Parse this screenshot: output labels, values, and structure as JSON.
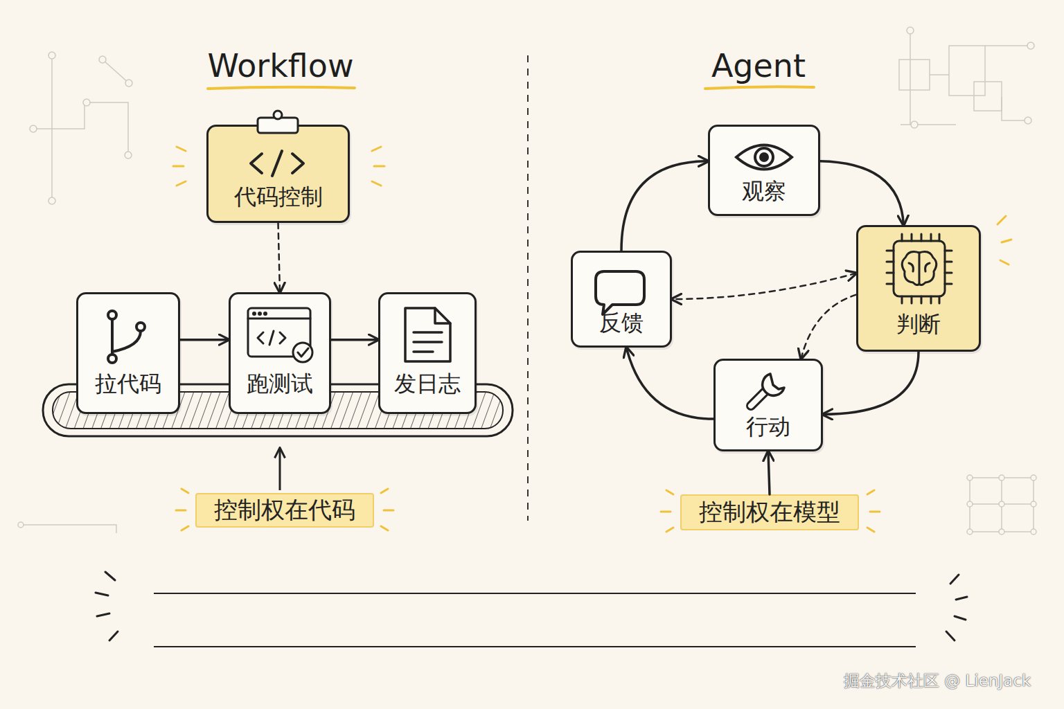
{
  "diagram": {
    "nodes": [
      {
        "text": [
          "代码控制"
        ]
      },
      {
        "text": [
          "拉代码"
        ]
      },
      {
        "text": [
          "跑测试"
        ]
      },
      {
        "text": [
          "发日志"
        ]
      },
      {
        "text": [
          "控制权在代码"
        ]
      },
      {
        "text": [
          "观察"
        ]
      },
      {
        "text": [
          "判断"
        ]
      },
      {
        "text": [
          "反馈"
        ]
      },
      {
        "text": [
          "行动"
        ]
      },
      {
        "text": [
          "控制权在模型"
        ]
      }
    ],
    "edges": [
      {
        "from": 0,
        "to": 2,
        "arrow": "to"
      },
      {
        "from": 1,
        "to": 2,
        "arrow": "to"
      },
      {
        "from": 2,
        "to": 3,
        "arrow": "to"
      },
      {
        "from": 5,
        "to": 6,
        "arrow": "to"
      },
      {
        "from": 6,
        "to": 8,
        "arrow": "to"
      },
      {
        "from": 8,
        "to": 7,
        "arrow": "to"
      },
      {
        "from": 7,
        "to": 5,
        "arrow": "to"
      },
      {
        "from": 6,
        "to": 7,
        "arrow": "both"
      },
      {
        "from": 6,
        "to": 8,
        "arrow": "to"
      },
      {
        "from": 9,
        "to": 8,
        "arrow": "to"
      }
    ],
    "labels": [
      "Workflow",
      "Agent",
      "掘金技术社区 @ LienJack"
    ]
  }
}
